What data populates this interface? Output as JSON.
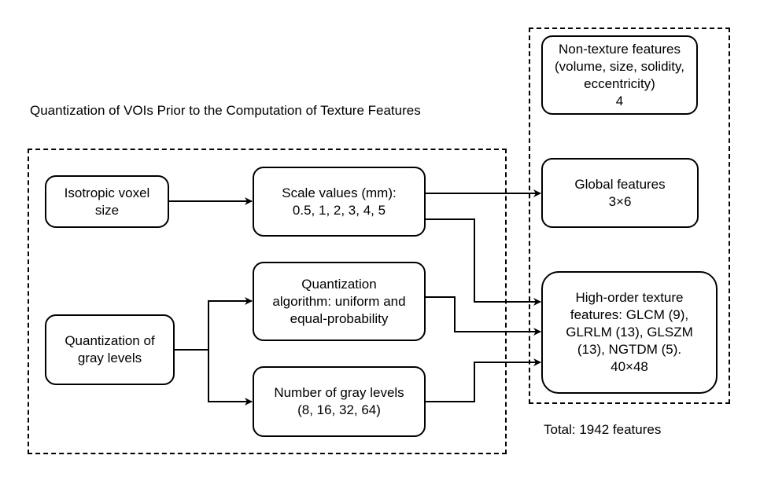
{
  "title": "Quantization of VOIs Prior to the Computation of Texture Features",
  "total": "Total: 1942 features",
  "nodes": {
    "isotropic": [
      "Isotropic voxel",
      "size"
    ],
    "scale": [
      "Scale values (mm):",
      "0.5, 1, 2, 3, 4, 5"
    ],
    "quantization": [
      "Quantization of",
      "gray levels"
    ],
    "algorithm": [
      "Quantization",
      "algorithm: uniform and",
      "equal-probability"
    ],
    "gray_levels": [
      "Number of gray levels",
      "(8, 16, 32, 64)"
    ],
    "non_texture": [
      "Non-texture features",
      "(volume, size, solidity,",
      "eccentricity)",
      "4"
    ],
    "global": [
      "Global features",
      "3×6"
    ],
    "high_order": [
      "High-order texture",
      "features: GLCM (9),",
      "GLRLM (13), GLSZM",
      "(13), NGTDM (5).",
      "40×48"
    ]
  },
  "edges": [
    {
      "from": "isotropic",
      "to": "scale"
    },
    {
      "from": "scale",
      "to": "global"
    },
    {
      "from": "scale",
      "to": "high_order"
    },
    {
      "from": "quantization",
      "to": "algorithm"
    },
    {
      "from": "quantization",
      "to": "gray_levels"
    },
    {
      "from": "algorithm",
      "to": "high_order"
    },
    {
      "from": "gray_levels",
      "to": "high_order"
    }
  ]
}
